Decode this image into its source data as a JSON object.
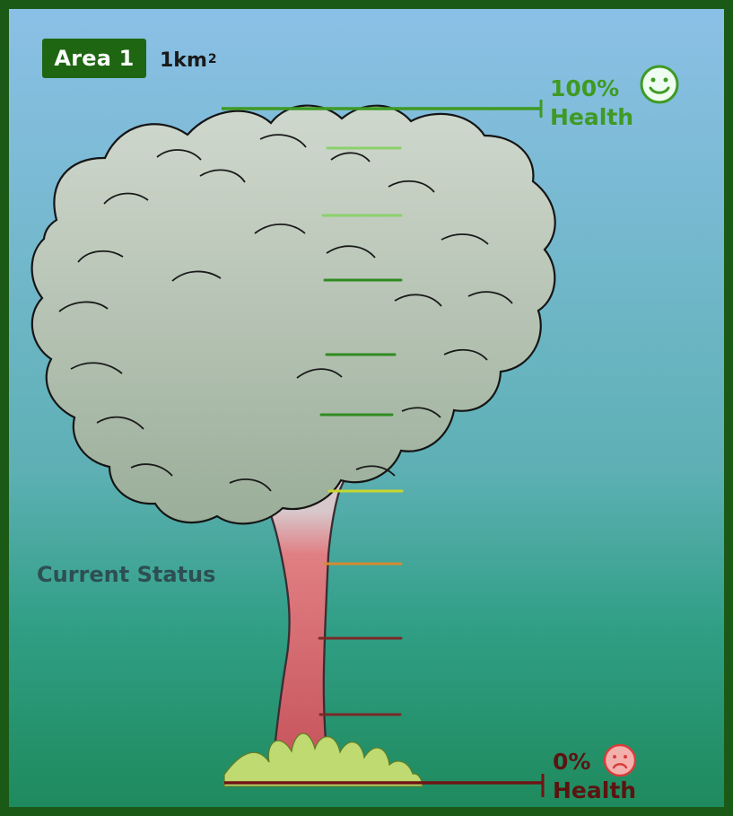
{
  "area": {
    "label": "Area 1",
    "size": "1km",
    "size_unit_sup": "2"
  },
  "health": {
    "top_percent": "100%",
    "top_word": "Health",
    "bottom_percent": "0%",
    "bottom_word": "Health"
  },
  "current_status": "Current Status",
  "icons": {
    "top_face": "smiley-face-icon",
    "bottom_face": "sad-face-icon"
  },
  "colors": {
    "frame": "#1b5a16",
    "top_green": "#3f9a24",
    "bottom_red": "#5b1410",
    "canopy": "#a8b8a8",
    "trunk": "#b54f56"
  },
  "markers": [
    {
      "name": "marker-1",
      "color": "#8bd16c"
    },
    {
      "name": "marker-2",
      "color": "#8bd16c"
    },
    {
      "name": "marker-3",
      "color": "#2f8c20"
    },
    {
      "name": "marker-4",
      "color": "#2f8c20"
    },
    {
      "name": "marker-5",
      "color": "#2f8c20"
    },
    {
      "name": "marker-6",
      "color": "#c8d62f"
    },
    {
      "name": "marker-7",
      "color": "#d48a33"
    },
    {
      "name": "marker-8",
      "color": "#7a2a28"
    },
    {
      "name": "marker-9",
      "color": "#7a2a28"
    }
  ]
}
